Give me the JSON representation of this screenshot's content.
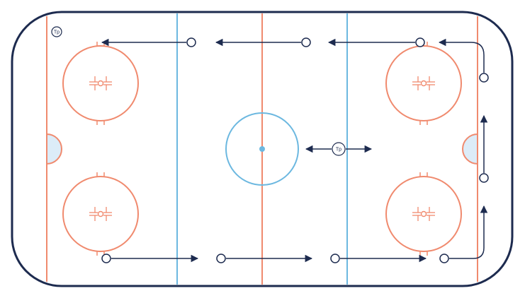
{
  "diagram": {
    "type": "hockey-drill",
    "markers": [
      {
        "id": "coach-corner",
        "label": "Tp"
      },
      {
        "id": "coach-center",
        "label": "Tp"
      }
    ]
  },
  "colors": {
    "boards": "#1d2b4f",
    "red_lines": "#f08a6e",
    "blue_lines": "#6cb8e0",
    "crease_fill": "#dcecf8",
    "arrows": "#1d2b4f",
    "center_dot": "#6cb8e0",
    "background": "#ffffff"
  }
}
